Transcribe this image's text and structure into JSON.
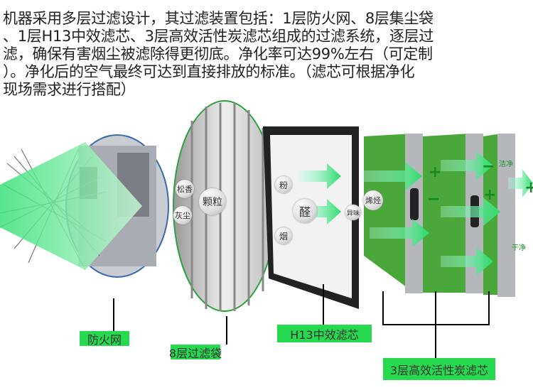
{
  "intro_lines": [
    "机器采用多层过滤设计，其过滤装置包括：1层防火网、8层集尘袋",
    "、1层H13中效滤芯、3层高效活性炭滤芯组成的过滤系统，逐层过",
    "滤，确保有害烟尘被滤除得更彻底。净化率可达99%左右（可定制",
    "）。净化后的空气最终可达到直接排放的标准。（滤芯可根据净化",
    "现场需求进行搭配）"
  ],
  "bubbles": {
    "rosin": "松香",
    "dust": "灰尘",
    "particles": "颗粒",
    "powder": "粉",
    "aldehyde": "醛",
    "smoke": "烟",
    "odor": "异味",
    "olefin": "烯烃",
    "clean1": "洁净",
    "clean2": "干净"
  },
  "labels": {
    "fire_mesh": "防火网",
    "bag_filter": "8层过滤袋",
    "h13": "H13中效滤芯",
    "carbon": "3层高效活性炭滤芯"
  },
  "colors": {
    "tag_green": "#26d94e",
    "carbon_green": "#4aa83a"
  }
}
